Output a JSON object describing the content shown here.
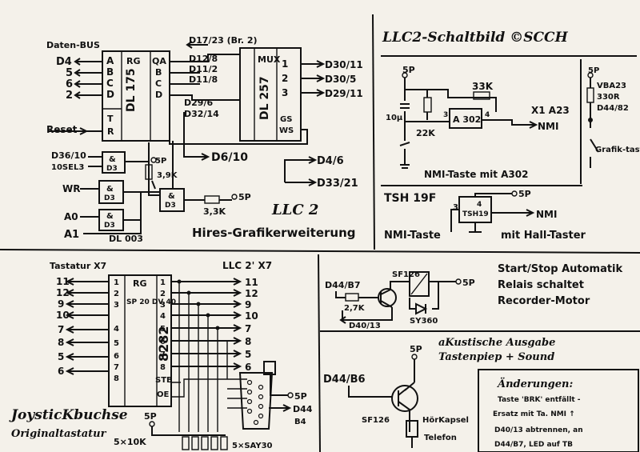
{
  "panels": {
    "hires": {
      "title": "LLC 2",
      "subtitle": "Hires-Grafikerweiterung",
      "data_bus": "Daten-BUS",
      "bus_inputs": [
        "D4",
        "5",
        "6",
        "2"
      ],
      "reg_pins": [
        "A",
        "B",
        "C",
        "D"
      ],
      "reg_label": "RG",
      "reg_name": "DL 175",
      "reg_outputs": [
        "QA",
        "B",
        "C",
        "D"
      ],
      "reset": "Reset",
      "mux_label": "MUX",
      "mux_name": "DL 257",
      "mux_pins": [
        "1",
        "2",
        "3",
        "GS",
        "WS"
      ],
      "top_net": "D17/23 (Br. 2)",
      "mux_inputs": [
        "D12/8",
        "D11/2",
        "D11/8"
      ],
      "mid_nets": [
        "D29/6",
        "D32/14"
      ],
      "mux_outputs": [
        "D30/11",
        "D30/5",
        "D29/11"
      ],
      "net_d6": "D6/10",
      "net_d4": "D4/6",
      "net_d33": "D33/21",
      "gate_inputs": [
        "D36/10",
        "10SEL3",
        "WR",
        "A0",
        "A1"
      ],
      "gate_label": "D3",
      "gate_amp": "&",
      "r1": "3,9K",
      "r2": "3,3K",
      "supply": "5P",
      "gate_ic": "DL 003"
    },
    "nmi": {
      "title": "LLC2-Schaltbild ©SCCH",
      "supply": "5P",
      "r_top": "33K",
      "r_left": "22K",
      "cap": "10μ",
      "ic": "A 302",
      "pin_left": "3",
      "pin_right": "4",
      "connector": "X1 A23",
      "output": "NMI",
      "caption": "NMI-Taste mit A302",
      "side_supply": "5P",
      "side_net1": "VBA23",
      "side_r": "330R",
      "side_net2": "D44/82",
      "side_switch": "Grafik-taste"
    },
    "hall": {
      "ic": "TSH 19F",
      "chip_label": "TSH19",
      "pin3": "3",
      "pin4": "4",
      "supply": "5P",
      "output": "NMI",
      "caption_left": "NMI-Taste",
      "caption_right": "mit Hall-Taster"
    },
    "keyboard": {
      "title_left": "Tastatur X7",
      "title_right": "LLC 2' X7",
      "left_pins": [
        "11",
        "12",
        "9",
        "10",
        "7",
        "8",
        "5",
        "6"
      ],
      "right_pins": [
        "11",
        "12",
        "9",
        "10",
        "7",
        "8",
        "5",
        "6"
      ],
      "chip_label": "RG",
      "chip_name": "8282",
      "chip_text": "SP 20 DV 40",
      "chip_pins_left": [
        "1",
        "2",
        "3",
        "4",
        "5",
        "6",
        "7",
        "8"
      ],
      "chip_pins_right": [
        "1",
        "2",
        "3",
        "4",
        "5",
        "6",
        "7",
        "8"
      ],
      "stb": "STB",
      "oe": "OE",
      "joystick": "JoysticKbuchse",
      "original": "Originaltastatur",
      "supply": "5P",
      "resistors": "5×10K",
      "diodes": "5×SAY30",
      "out_supply": "5P",
      "out_d44": "D44",
      "out_pin": "B4"
    },
    "relay": {
      "title1": "Start/Stop Automatik",
      "title2": "Relais schaltet",
      "title3": "Recorder-Motor",
      "input": "D44/B7",
      "transistor": "SF126",
      "resistor": "2,7K",
      "supply": "5P",
      "diode": "SY360",
      "net": "D40/13"
    },
    "sound": {
      "title1": "aKustische Ausgabe",
      "title2": "Tastenpiep + Sound",
      "supply": "5P",
      "input": "D44/B6",
      "transistor": "SF126",
      "speaker1": "HörKapsel",
      "speaker2": "Telefon"
    },
    "changes": {
      "title": "Änderungen:",
      "lines": [
        "Taste 'BRK' entfällt -",
        "Ersatz mit Ta. NMI ↑",
        "D40/13 abtrennen, an",
        "D44/B7, LED auf TB"
      ]
    }
  }
}
